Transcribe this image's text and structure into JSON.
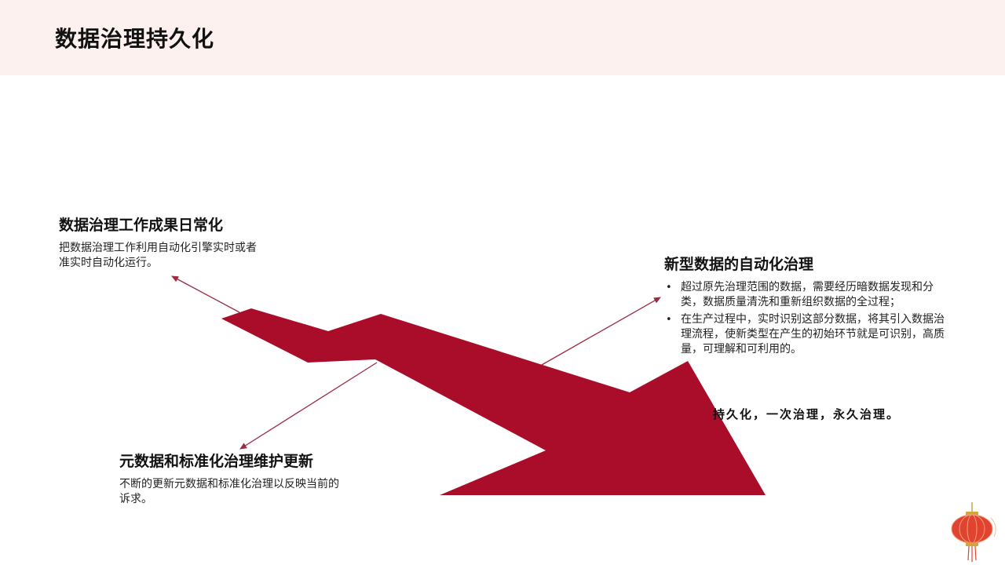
{
  "page": {
    "title": "数据治理持久化"
  },
  "left_block": {
    "title": "数据治理工作成果日常化",
    "desc": "把数据治理工作利用自动化引擎实时或者准实时自动化运行。"
  },
  "bottom_block": {
    "title": "元数据和标准化治理维护更新",
    "desc": "不断的更新元数据和标准化治理以反映当前的诉求。"
  },
  "right_block": {
    "title": "新型数据的自动化治理",
    "bullets": [
      "超过原先治理范围的数据，需要经历暗数据发现和分类，数据质量清洗和重新组织数据的全过程；",
      "在生产过程中，实时识别这部分数据，将其引入数据治理流程，使新类型在产生的初始环节就是可识别，高质量，可理解和可利用的。"
    ],
    "bullet_symbol": "•"
  },
  "slogan": "持久化，一次治理，永久治理。",
  "colors": {
    "header_band": "#fdf1ef",
    "arrow": "#a90d2a",
    "connector": "#9c2b42"
  },
  "icons": {
    "decoration": "lantern-icon"
  }
}
